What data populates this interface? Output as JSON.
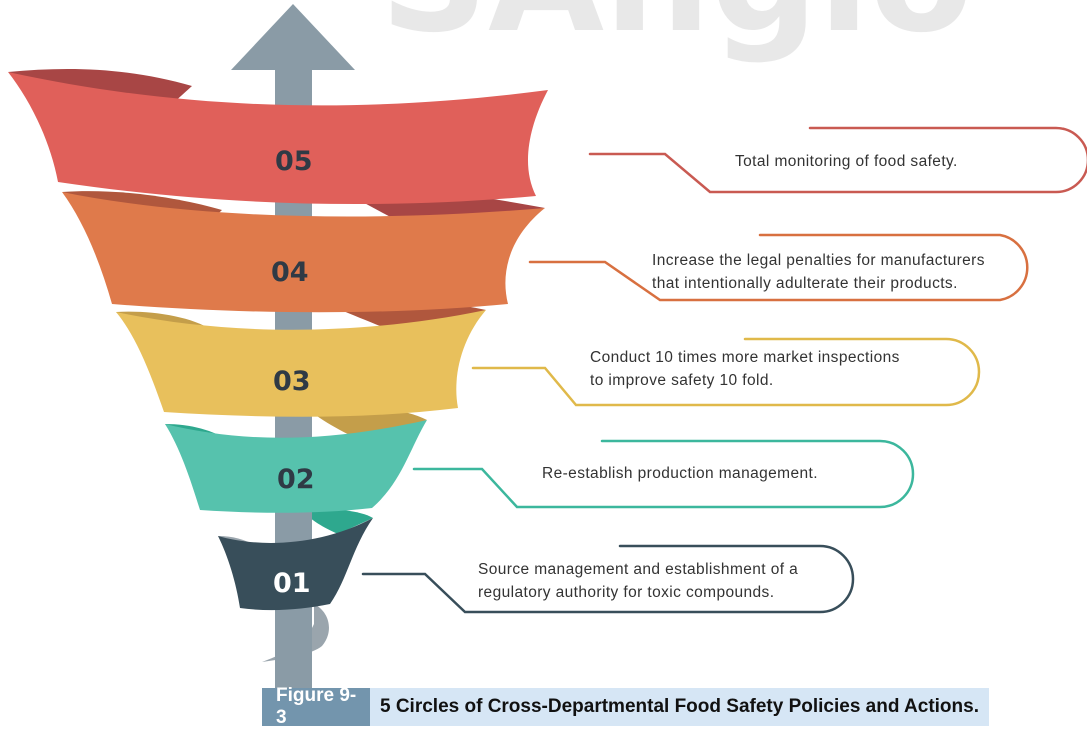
{
  "diagram": {
    "levels": [
      {
        "num": "05",
        "text_lines": [
          "Total monitoring of food safety."
        ],
        "color": "#e0605a",
        "dark": "#a84645"
      },
      {
        "num": "04",
        "text_lines": [
          "Increase the legal penalties for manufacturers",
          "that intentionally adulterate their products."
        ],
        "color": "#df7a4b",
        "dark": "#b0573d"
      },
      {
        "num": "03",
        "text_lines": [
          "Conduct 10 times more market inspections",
          "to improve safety 10 fold."
        ],
        "color": "#e8c05c",
        "dark": "#c49e4a"
      },
      {
        "num": "02",
        "text_lines": [
          "Re-establish production management."
        ],
        "color": "#56c2ad",
        "dark": "#2ea88e"
      },
      {
        "num": "01",
        "text_lines": [
          "Source management and establishment of a",
          "regulatory authority for toxic compounds."
        ],
        "color": "#384e5a",
        "dark": "#9aa5ad"
      }
    ],
    "arrow_color": "#8a9ba6"
  },
  "caption": {
    "label": "Figure 9-3",
    "text": "5 Circles of Cross-Departmental Food Safety Policies and Actions."
  }
}
